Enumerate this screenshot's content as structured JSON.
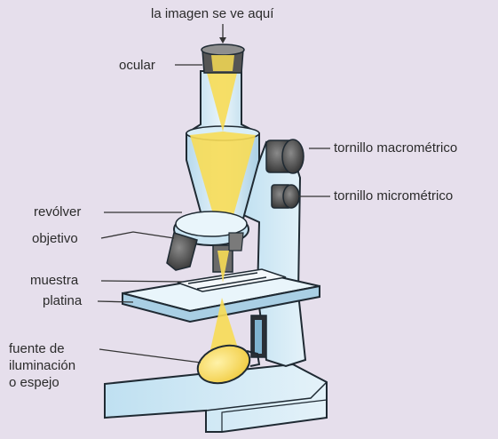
{
  "labels": {
    "image_here": "la imagen se ve aquí",
    "ocular": "ocular",
    "coarse_focus": "tornillo macrométrico",
    "fine_focus": "tornillo micrométrico",
    "revolver": "revólver",
    "objective": "objetivo",
    "sample": "muestra",
    "stage": "platina",
    "light_source_line1": "fuente de",
    "light_source_line2": "iluminación",
    "light_source_line3": "o espejo"
  },
  "colors": {
    "background": "#e6dfec",
    "body": "#cfe7f4",
    "body_outline": "#1f2a33",
    "light": "#f7dc55",
    "knob": "#4a4a4a",
    "leader": "#333333"
  }
}
